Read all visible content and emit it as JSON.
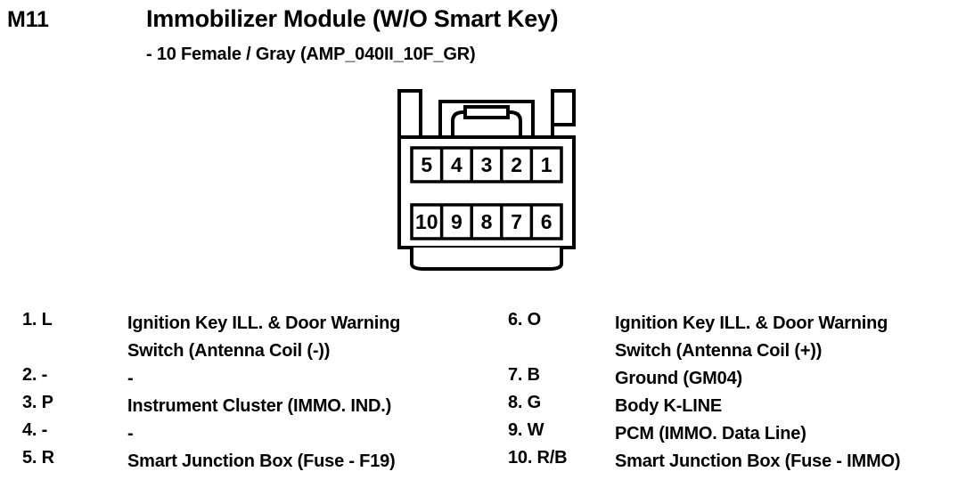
{
  "header": {
    "connector_code": "M11",
    "module_title": "Immobilizer Module (W/O Smart Key)",
    "module_subtitle": "- 10 Female / Gray (AMP_040II_10F_GR)"
  },
  "connector": {
    "rows": {
      "top": [
        "5",
        "4",
        "3",
        "2",
        "1"
      ],
      "bottom": [
        "10",
        "9",
        "8",
        "7",
        "6"
      ]
    },
    "outline_color": "#000000",
    "fill_color": "#ffffff"
  },
  "pins": {
    "left": [
      {
        "ref": "1. L",
        "desc": "Ignition Key ILL. & Door Warning\nSwitch (Antenna Coil (-))"
      },
      {
        "ref": "2. -",
        "desc": "-"
      },
      {
        "ref": "3. P",
        "desc": "Instrument Cluster (IMMO. IND.)"
      },
      {
        "ref": "4. -",
        "desc": "-"
      },
      {
        "ref": "5. R",
        "desc": "Smart Junction Box (Fuse - F19)"
      }
    ],
    "right": [
      {
        "ref": "6. O",
        "desc": "Ignition Key ILL. & Door Warning\nSwitch (Antenna Coil (+))"
      },
      {
        "ref": "7. B",
        "desc": "Ground (GM04)"
      },
      {
        "ref": "8. G",
        "desc": "Body K-LINE"
      },
      {
        "ref": "9. W",
        "desc": "PCM (IMMO. Data Line)"
      },
      {
        "ref": "10. R/B",
        "desc": "Smart Junction Box (Fuse - IMMO)"
      }
    ]
  }
}
